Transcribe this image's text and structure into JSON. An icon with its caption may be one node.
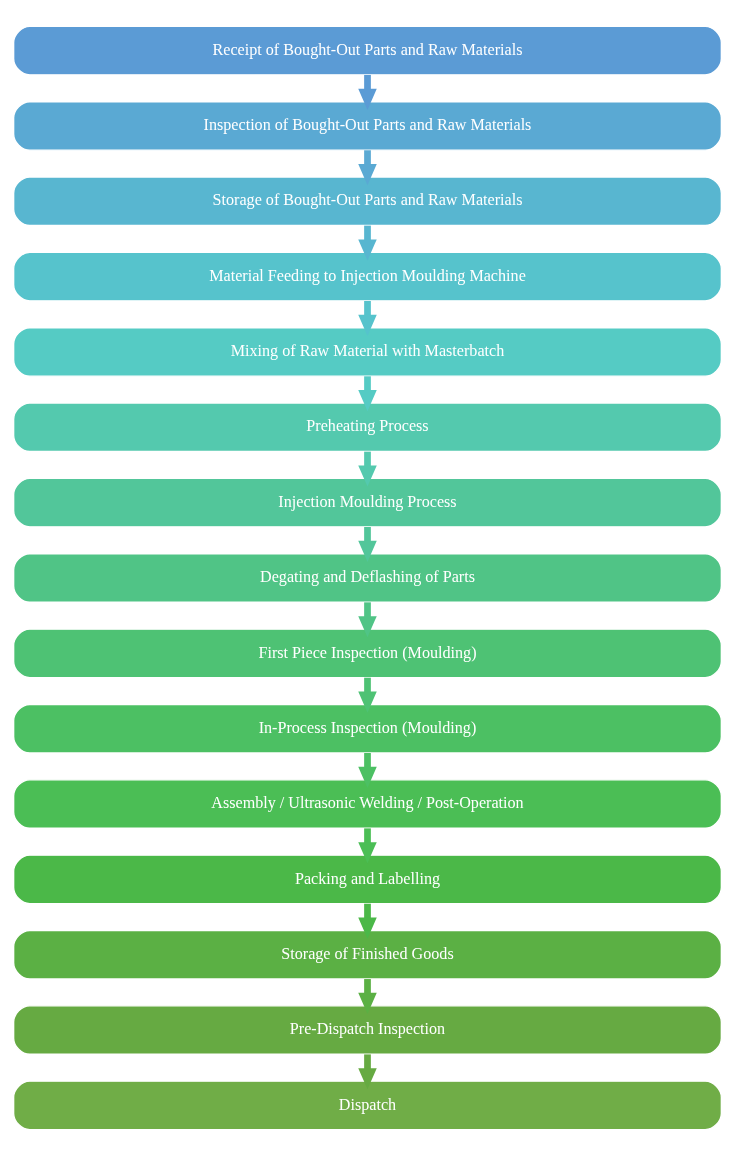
{
  "diagram": {
    "nodes": [
      {
        "text": [
          "Receipt of Bought-Out Parts and Raw Materials"
        ]
      },
      {
        "text": [
          "Inspection of Bought-Out Parts and Raw Materials"
        ]
      },
      {
        "text": [
          "Storage of Bought-Out Parts and Raw Materials"
        ]
      },
      {
        "text": [
          "Material Feeding to Injection Moulding Machine"
        ]
      },
      {
        "text": [
          "Mixing of Raw Material with Masterbatch"
        ]
      },
      {
        "text": [
          "Preheating Process"
        ]
      },
      {
        "text": [
          "Injection Moulding Process"
        ]
      },
      {
        "text": [
          "Degating and Deflashing of Parts"
        ]
      },
      {
        "text": [
          "First Piece Inspection (Moulding)"
        ]
      },
      {
        "text": [
          "In-Process Inspection (Moulding)"
        ]
      },
      {
        "text": [
          "Assembly / Ultrasonic Welding / Post-Operation"
        ]
      },
      {
        "text": [
          "Packing and Labelling"
        ]
      },
      {
        "text": [
          "Storage of Finished Goods"
        ]
      },
      {
        "text": [
          "Pre-Dispatch Inspection"
        ]
      },
      {
        "text": [
          "Dispatch"
        ]
      }
    ],
    "edges": [
      {
        "from": 0,
        "to": 1,
        "arrow": "to",
        "color": "#5b9bd5"
      },
      {
        "from": 1,
        "to": 2,
        "arrow": "to",
        "color": "#5aa9d3"
      },
      {
        "from": 2,
        "to": 3,
        "arrow": "to",
        "color": "#58b6d0"
      },
      {
        "from": 3,
        "to": 4,
        "arrow": "to",
        "color": "#56c3cc"
      },
      {
        "from": 4,
        "to": 5,
        "arrow": "to",
        "color": "#55cbc4"
      },
      {
        "from": 5,
        "to": 6,
        "arrow": "to",
        "color": "#54c9ae"
      },
      {
        "from": 6,
        "to": 7,
        "arrow": "to",
        "color": "#52c69a"
      },
      {
        "from": 7,
        "to": 8,
        "arrow": "to",
        "color": "#50c486"
      },
      {
        "from": 8,
        "to": 9,
        "arrow": "to",
        "color": "#4ec274"
      },
      {
        "from": 9,
        "to": 10,
        "arrow": "to",
        "color": "#4cc063"
      },
      {
        "from": 10,
        "to": 11,
        "arrow": "to",
        "color": "#4bbe55"
      },
      {
        "from": 11,
        "to": 12,
        "arrow": "to",
        "color": "#4bb848"
      },
      {
        "from": 12,
        "to": 13,
        "arrow": "to",
        "color": "#5bb044"
      },
      {
        "from": 13,
        "to": 14,
        "arrow": "to",
        "color": "#66aa42"
      }
    ]
  }
}
